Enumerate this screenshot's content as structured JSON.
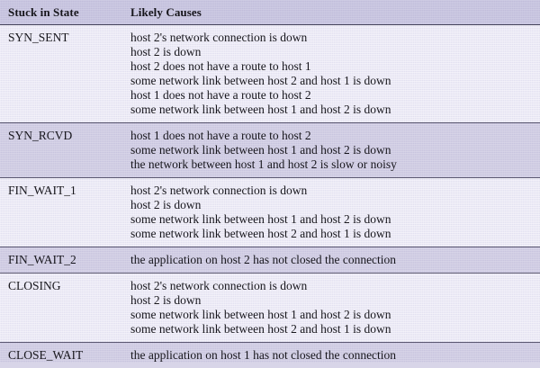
{
  "table": {
    "columns": {
      "state": "Stuck in State",
      "causes": "Likely Causes"
    },
    "rows": [
      {
        "state": "SYN_SENT",
        "shade": "light",
        "causes": [
          "host 2's network connection is down",
          "host 2 is down",
          "host 2 does not have a route to host 1",
          "some network link between host 2 and host 1 is down",
          "host 1 does not have a route to host 2",
          "some network link between host 1 and host 2 is down"
        ]
      },
      {
        "state": "SYN_RCVD",
        "shade": "dark",
        "causes": [
          "host 1 does not have a route to host 2",
          "some network link between host 1 and host 2 is down",
          "the network between host 1 and host 2 is slow or noisy"
        ]
      },
      {
        "state": "FIN_WAIT_1",
        "shade": "light",
        "causes": [
          "host 2's network connection is down",
          "host 2 is down",
          "some network link between host 1 and host 2 is down",
          "some network link between host 2 and host 1 is down"
        ]
      },
      {
        "state": "FIN_WAIT_2",
        "shade": "dark",
        "causes": [
          "the application on host 2 has not closed the connection"
        ]
      },
      {
        "state": "CLOSING",
        "shade": "light",
        "causes": [
          "host 2's network connection is down",
          "host 2 is down",
          "some network link between host 1 and host 2 is down",
          "some network link between host 2 and host 1 is down"
        ]
      },
      {
        "state": "CLOSE_WAIT",
        "shade": "dark",
        "causes": [
          "the application on host 1 has not closed the connection"
        ]
      }
    ]
  },
  "colors": {
    "header_background": "#cfcce4",
    "row_shaded": "#d8d5e8",
    "row_light": "#f4f3fa",
    "rule": "#5d5a72",
    "text": "#17161c"
  }
}
